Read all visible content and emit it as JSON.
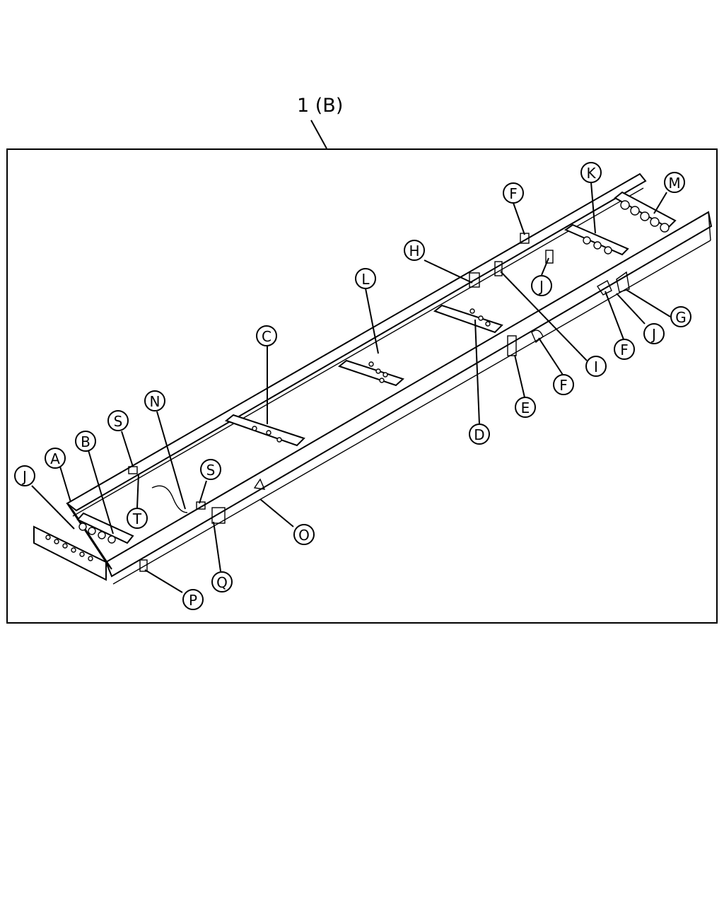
{
  "assembly_label": "1 (B)",
  "callouts": [
    {
      "id": "A"
    },
    {
      "id": "B"
    },
    {
      "id": "C"
    },
    {
      "id": "D"
    },
    {
      "id": "E"
    },
    {
      "id": "F"
    },
    {
      "id": "F"
    },
    {
      "id": "F"
    },
    {
      "id": "G"
    },
    {
      "id": "H"
    },
    {
      "id": "I"
    },
    {
      "id": "J"
    },
    {
      "id": "J"
    },
    {
      "id": "J"
    },
    {
      "id": "K"
    },
    {
      "id": "L"
    },
    {
      "id": "M"
    },
    {
      "id": "N"
    },
    {
      "id": "O"
    },
    {
      "id": "P"
    },
    {
      "id": "Q"
    },
    {
      "id": "S"
    },
    {
      "id": "S"
    },
    {
      "id": "T"
    }
  ]
}
